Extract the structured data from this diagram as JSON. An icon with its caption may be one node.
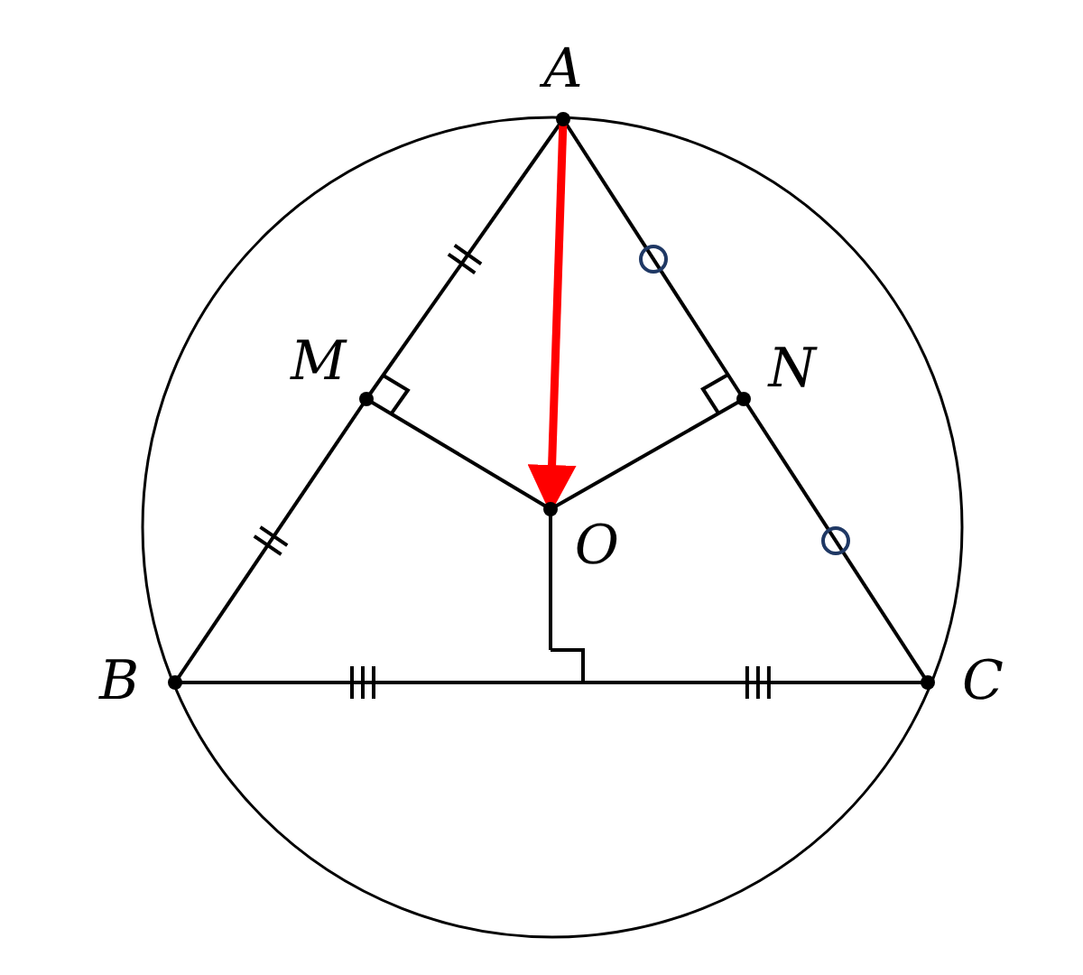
{
  "diagram": {
    "nodes": [
      {
        "text": [
          "A"
        ]
      },
      {
        "text": [
          "M"
        ]
      },
      {
        "text": [
          "N"
        ]
      },
      {
        "text": [
          "O"
        ]
      },
      {
        "text": [
          "B"
        ]
      },
      {
        "text": [
          "C"
        ]
      },
      {
        "text": [],
        "shape": "box"
      }
    ],
    "edges": [
      {
        "from": 0,
        "to": 1,
        "arrow": "none"
      },
      {
        "from": 1,
        "to": 4,
        "arrow": "none"
      },
      {
        "from": 4,
        "to": 5,
        "arrow": "none"
      },
      {
        "from": 5,
        "to": 2,
        "arrow": "none"
      },
      {
        "from": 2,
        "to": 0,
        "arrow": "none"
      },
      {
        "from": 1,
        "to": 3,
        "arrow": "none"
      },
      {
        "from": 2,
        "to": 3,
        "arrow": "none"
      },
      {
        "from": 3,
        "to": 6,
        "arrow": "none"
      },
      {
        "from": 0,
        "to": 3,
        "arrow": "to",
        "style": "thick",
        "color": "#ff0000"
      }
    ]
  }
}
